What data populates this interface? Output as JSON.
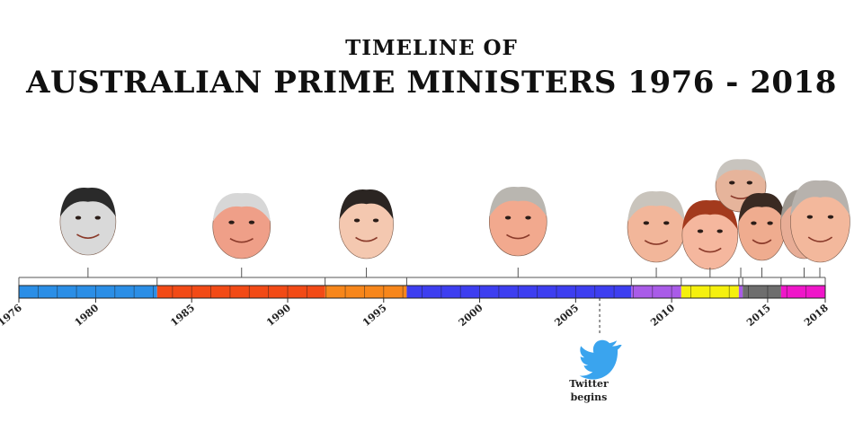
{
  "title": {
    "line1": "TIMELINE OF",
    "line2": "AUSTRALIAN PRIME MINISTERS 1976 - 2018"
  },
  "timeline": {
    "start_year": 1976,
    "end_year": 2018,
    "year_labels": [
      1976,
      1980,
      1985,
      1990,
      1995,
      2000,
      2005,
      2010,
      2015,
      2018
    ],
    "terms": [
      {
        "from": 1976,
        "to": 1983.2,
        "color": "#2b8ee6"
      },
      {
        "from": 1983.2,
        "to": 1991.95,
        "color": "#f24a16"
      },
      {
        "from": 1991.95,
        "to": 1996.2,
        "color": "#f7861b"
      },
      {
        "from": 1996.2,
        "to": 2007.9,
        "color": "#3d3ef0"
      },
      {
        "from": 2007.9,
        "to": 2010.5,
        "color": "#a95be8"
      },
      {
        "from": 2010.5,
        "to": 2013.5,
        "color": "#f5f00e"
      },
      {
        "from": 2013.5,
        "to": 2013.7,
        "color": "#a95be8"
      },
      {
        "from": 2013.7,
        "to": 2015.7,
        "color": "#6e6e6e"
      },
      {
        "from": 2015.7,
        "to": 2018,
        "color": "#ef16c9"
      }
    ]
  },
  "portraits": [
    {
      "name": "fraser-portrait",
      "year": 1979.6,
      "skin": "#d9d9d9",
      "hair": "#2a2a2a"
    },
    {
      "name": "hawke-portrait",
      "year": 1987.6,
      "skin": "#ef9f88",
      "hair": "#d7d7d7"
    },
    {
      "name": "keating-portrait",
      "year": 1994.1,
      "skin": "#f4c8b0",
      "hair": "#2b2522"
    },
    {
      "name": "howard-portrait",
      "year": 2002.0,
      "skin": "#f2a98e",
      "hair": "#b9b6b0"
    },
    {
      "name": "rudd-portrait",
      "year": 2009.2,
      "skin": "#f2b69a",
      "hair": "#c9c4bc"
    },
    {
      "name": "gillard-portrait",
      "year": 2012.0,
      "skin": "#f5b79e",
      "hair": "#a33a1d"
    },
    {
      "name": "rudd-2013-portrait",
      "year": 2013.6,
      "skin": "#e6b49b",
      "hair": "#c8c4be"
    },
    {
      "name": "abbott-portrait",
      "year": 2014.7,
      "skin": "#efac8f",
      "hair": "#3a2a22"
    },
    {
      "name": "turnbull-portrait",
      "year": 2016.9,
      "skin": "#e8ad96",
      "hair": "#9e9891"
    },
    {
      "name": "morrison-portrait",
      "year": 2018.3,
      "skin": "#f3b89c",
      "hair": "#b7b2ad"
    }
  ],
  "twitter": {
    "year": 2006.25,
    "label_line1": "Twitter",
    "label_line2": "begins",
    "color": "#3aa4ee"
  }
}
